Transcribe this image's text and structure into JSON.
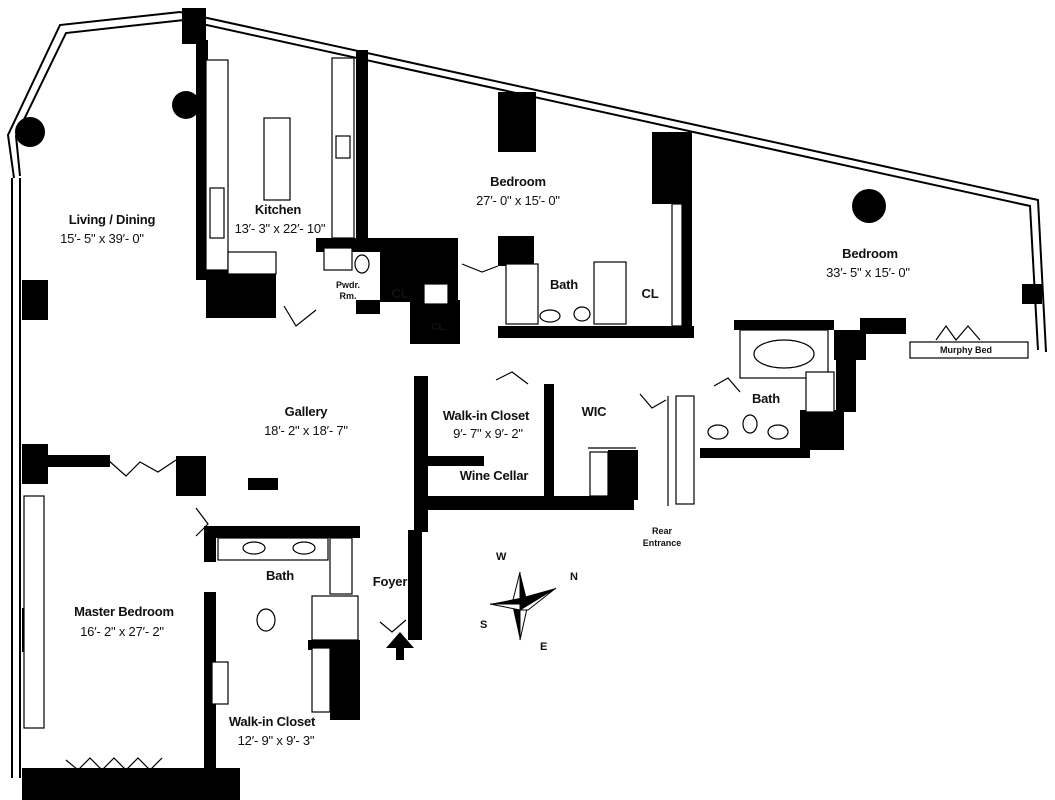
{
  "rooms": {
    "living": {
      "name": "Living / Dining",
      "dims": "15′- 5\" x 39′- 0\""
    },
    "kitchen": {
      "name": "Kitchen",
      "dims": "13′- 3\" x 22′- 10\""
    },
    "bedroom1": {
      "name": "Bedroom",
      "dims": "27′- 0\" x 15′- 0\""
    },
    "bedroom2": {
      "name": "Bedroom",
      "dims": "33′- 5\" x 15′- 0\""
    },
    "gallery": {
      "name": "Gallery",
      "dims": "18′- 2\" x 18′- 7\""
    },
    "master": {
      "name": "Master Bedroom",
      "dims": "16′- 2\" x 27′- 2\""
    },
    "walkin1": {
      "name": "Walk-in Closet",
      "dims": "9′- 7\" x 9′- 2\""
    },
    "walkin2": {
      "name": "Walk-in Closet",
      "dims": "12′- 9\" x 9′- 3\""
    },
    "wine": {
      "name": "Wine Cellar"
    },
    "wic": {
      "name": "WIC"
    },
    "foyer": {
      "name": "Foyer"
    },
    "bath1": {
      "name": "Bath"
    },
    "bath2": {
      "name": "Bath"
    },
    "bath3": {
      "name": "Bath"
    },
    "cl1": {
      "name": "CL"
    },
    "cl2": {
      "name": "CL"
    },
    "cl3": {
      "name": "CL"
    },
    "powder_l1": {
      "name": "Pwdr."
    },
    "powder_l2": {
      "name": "Rm."
    },
    "murphy": {
      "name": "Murphy Bed"
    },
    "rear_l1": {
      "name": "Rear"
    },
    "rear_l2": {
      "name": "Entrance"
    }
  },
  "compass": {
    "n": "N",
    "e": "E",
    "s": "S",
    "w": "W"
  }
}
